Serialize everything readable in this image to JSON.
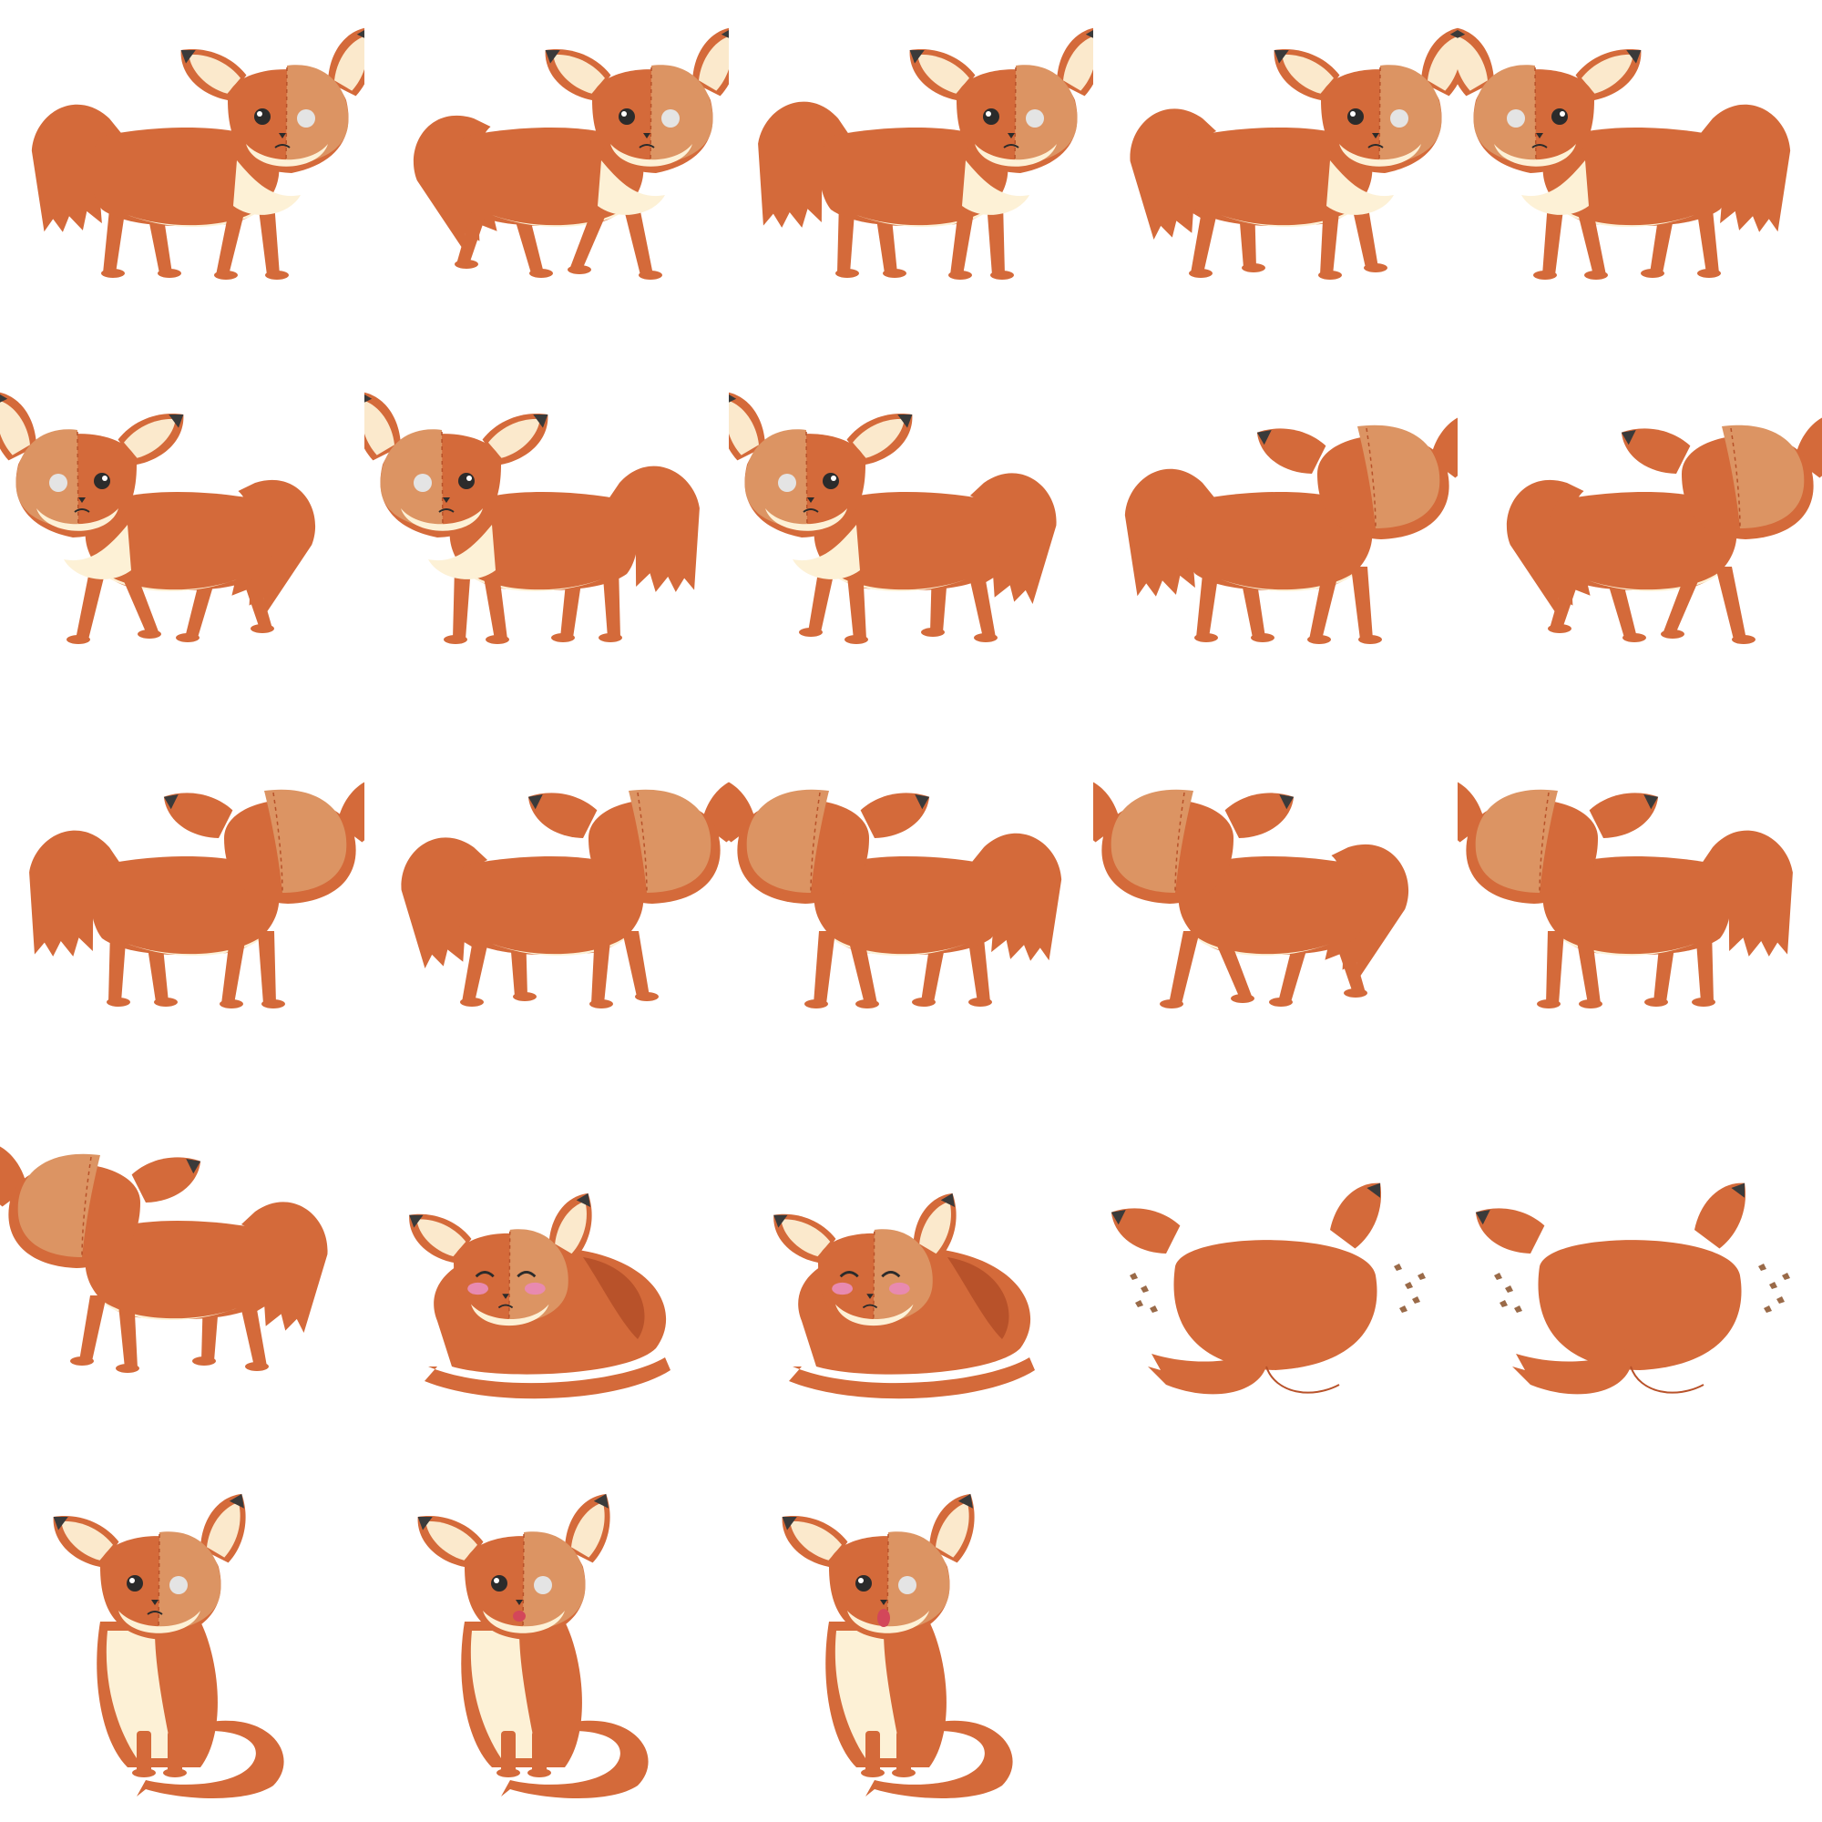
{
  "sheet": {
    "columns": 5,
    "rows": 5,
    "background": "#ffffff"
  },
  "palette": {
    "fur": "#d46a3a",
    "fur_dark": "#b8522a",
    "patch": "#dc9463",
    "cream": "#fdf1d6",
    "inner_ear": "#fbe9cc",
    "ear_tip": "#3a3a3a",
    "eye": "#2b2b2b",
    "blind_eye": "#e4e4e4",
    "blush": "#e88ab0",
    "mouth_open": "#d3475a",
    "dust": "#9a6a48"
  },
  "frames": [
    {
      "pose": "walk-front",
      "dir": 1,
      "step": 0
    },
    {
      "pose": "walk-front",
      "dir": 1,
      "step": 1
    },
    {
      "pose": "walk-front",
      "dir": 1,
      "step": 2
    },
    {
      "pose": "walk-front",
      "dir": 1,
      "step": 3
    },
    {
      "pose": "walk-front",
      "dir": -1,
      "step": 0
    },
    {
      "pose": "walk-front",
      "dir": -1,
      "step": 1
    },
    {
      "pose": "walk-front",
      "dir": -1,
      "step": 2
    },
    {
      "pose": "walk-front",
      "dir": -1,
      "step": 3
    },
    {
      "pose": "walk-back",
      "dir": 1,
      "step": 0
    },
    {
      "pose": "walk-back",
      "dir": 1,
      "step": 1
    },
    {
      "pose": "walk-back",
      "dir": 1,
      "step": 2
    },
    {
      "pose": "walk-back",
      "dir": 1,
      "step": 3
    },
    {
      "pose": "walk-back",
      "dir": -1,
      "step": 0
    },
    {
      "pose": "walk-back",
      "dir": -1,
      "step": 1
    },
    {
      "pose": "walk-back",
      "dir": -1,
      "step": 2
    },
    {
      "pose": "walk-back",
      "dir": -1,
      "step": 3
    },
    {
      "pose": "sleep-front",
      "dir": 1,
      "step": 0
    },
    {
      "pose": "sleep-front",
      "dir": 1,
      "step": 1
    },
    {
      "pose": "sleep-back",
      "dir": 1,
      "step": 0
    },
    {
      "pose": "sleep-back",
      "dir": 1,
      "step": 1
    },
    {
      "pose": "sit",
      "dir": 1,
      "mouth": "closed"
    },
    {
      "pose": "sit",
      "dir": 1,
      "mouth": "open-small"
    },
    {
      "pose": "sit",
      "dir": 1,
      "mouth": "open-wide"
    }
  ]
}
